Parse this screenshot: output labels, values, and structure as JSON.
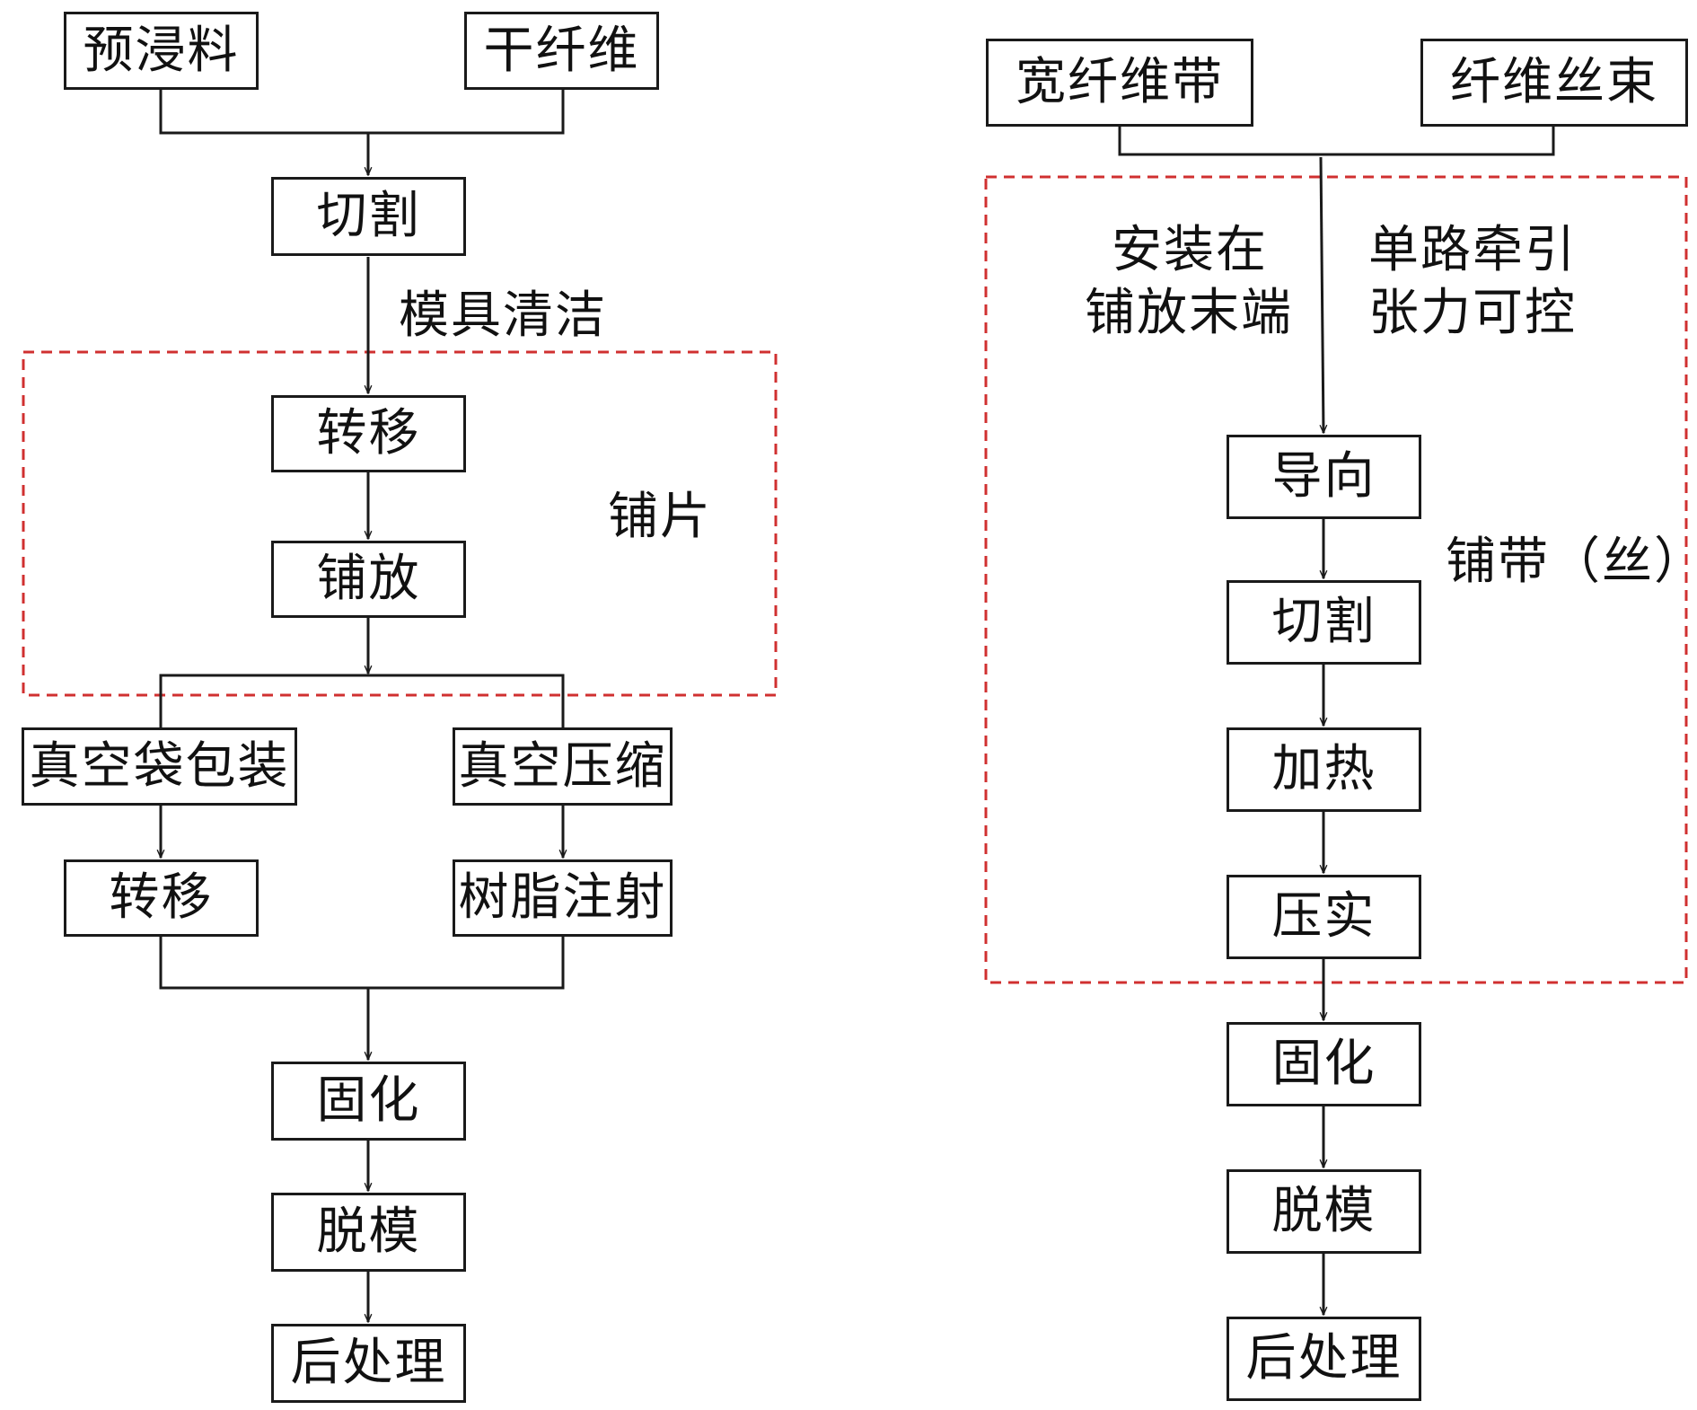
{
  "left_flow": {
    "prepreg": "预浸料",
    "dry_fiber": "干纤维",
    "cutting": "切割",
    "mold_cleaning": "模具清洁",
    "transfer_1": "转移",
    "laying": "铺放",
    "group_label": "铺片",
    "vacuum_bagging": "真空袋包装",
    "vacuum_compression": "真空压缩",
    "transfer_2": "转移",
    "resin_injection": "树脂注射",
    "curing": "固化",
    "demolding": "脱模",
    "post_processing": "后处理"
  },
  "right_flow": {
    "wide_fiber_tape": "宽纤维带",
    "fiber_tow": "纤维丝束",
    "note_install": "安装在",
    "note_end": "铺放末端",
    "note_traction": "单路牵引",
    "note_tension": "张力可控",
    "guiding": "导向",
    "cutting": "切割",
    "heating": "加热",
    "compaction": "压实",
    "group_label": "铺带（丝）",
    "curing": "固化",
    "demolding": "脱模",
    "post_processing": "后处理"
  },
  "colors": {
    "line": "#1a1a1a",
    "dashed_frame": "#d03030"
  }
}
